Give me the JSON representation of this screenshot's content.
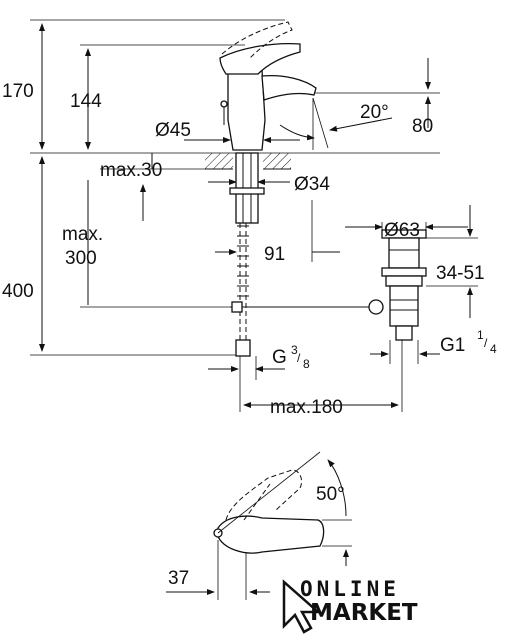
{
  "dimensions": {
    "height_170": "170",
    "height_144": "144",
    "diameter_45": "Ø45",
    "angle_20": "20°",
    "spout_80": "80",
    "max_30": "max.30",
    "diameter_34": "Ø34",
    "max_300_a": "max.",
    "max_300_b": "300",
    "dim_91": "91",
    "height_400": "400",
    "diameter_63": "Ø63",
    "range_34_51": "34-51",
    "thread_g1": "G1",
    "thread_g1_frac_num": "1",
    "thread_g1_frac_den": "4",
    "thread_g38": "G",
    "thread_g38_num": "3",
    "thread_g38_den": "8",
    "max_180": "max.180",
    "angle_50": "50°",
    "dim_37": "37"
  },
  "logo": {
    "line1": "ONLINE",
    "line2": "MARKET"
  }
}
